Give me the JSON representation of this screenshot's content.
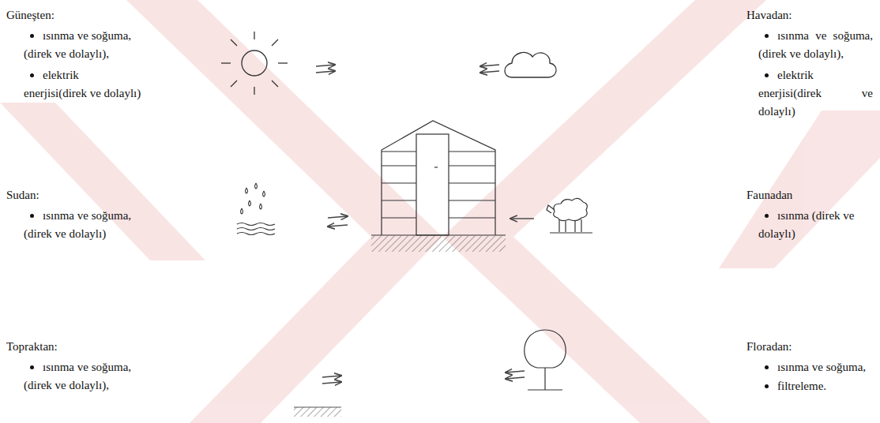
{
  "diagram": {
    "labels": [
      "Güneşten:",
      "ısınma ve soğuma, (direk ve dolaylı),",
      "elektrik enerjisi(direk ve dolaylı)",
      "Havadan:",
      "ısınma ve soğuma, (direk ve dolaylı),",
      "elektrik enerjisi(direk ve dolaylı)",
      "Sudan:",
      "ısınma ve soğuma, (direk ve dolaylı)",
      "Faunadan",
      "ısınma (direk ve dolaylı)",
      "Topraktan:",
      "ısınma ve soğuma, (direk ve dolaylı),",
      "Floradan:",
      "ısınma ve soğuma,",
      "filtreleme."
    ]
  }
}
